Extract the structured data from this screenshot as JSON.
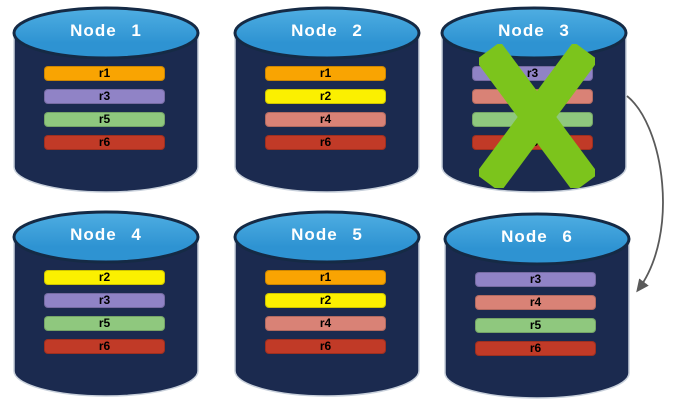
{
  "diagram": {
    "palette": {
      "background": "#FFFFFF",
      "cylinder_body": "#1B2A4F",
      "cylinder_outline": "#C8D0DB",
      "cylinder_top_light": "#4FAEE2",
      "cylinder_top": "#2E93D2",
      "cylinder_top_stroke": "#152A45",
      "title_text": "#FFFFFF",
      "bar_text": "#000000"
    },
    "replica_colors": {
      "r1": "#F9A402",
      "r2": "#FBF000",
      "r3": "#9083C6",
      "r4": "#D98276",
      "r5": "#8FC87E",
      "r6": "#C13A27"
    },
    "nodes": [
      {
        "title": "Node 1",
        "replicas": [
          {
            "label": "r1",
            "color": "#F9A402"
          },
          {
            "label": "r3",
            "color": "#9083C6"
          },
          {
            "label": "r5",
            "color": "#8FC87E"
          },
          {
            "label": "r6",
            "color": "#C13A27"
          }
        ]
      },
      {
        "title": "Node 2",
        "replicas": [
          {
            "label": "r1",
            "color": "#F9A402"
          },
          {
            "label": "r2",
            "color": "#FBF000"
          },
          {
            "label": "r4",
            "color": "#D98276"
          },
          {
            "label": "r6",
            "color": "#C13A27"
          }
        ]
      },
      {
        "title": "Node 3",
        "replicas": [
          {
            "label": "r3",
            "color": "#9083C6"
          },
          {
            "label": "r4",
            "color": "#D98276"
          },
          {
            "label": "r5",
            "color": "#8FC87E"
          },
          {
            "label": "r6",
            "color": "#C13A27"
          }
        ]
      },
      {
        "title": "Node 4",
        "replicas": [
          {
            "label": "r2",
            "color": "#FBF000"
          },
          {
            "label": "r3",
            "color": "#9083C6"
          },
          {
            "label": "r5",
            "color": "#8FC87E"
          },
          {
            "label": "r6",
            "color": "#C13A27"
          }
        ]
      },
      {
        "title": "Node 5",
        "replicas": [
          {
            "label": "r1",
            "color": "#F9A402"
          },
          {
            "label": "r2",
            "color": "#FBF000"
          },
          {
            "label": "r4",
            "color": "#D98276"
          },
          {
            "label": "r6",
            "color": "#C13A27"
          }
        ]
      },
      {
        "title": "Node 6",
        "replicas": [
          {
            "label": "r3",
            "color": "#9083C6"
          },
          {
            "label": "r4",
            "color": "#D98276"
          },
          {
            "label": "r5",
            "color": "#8FC87E"
          },
          {
            "label": "r6",
            "color": "#C13A27"
          }
        ]
      }
    ],
    "annotations": {
      "failure_x": {
        "target": "Node 3",
        "color": "#7CC41C"
      },
      "failover_arrow": {
        "from": "Node 3",
        "to": "Node 6",
        "color": "#5A5A5A"
      }
    }
  }
}
